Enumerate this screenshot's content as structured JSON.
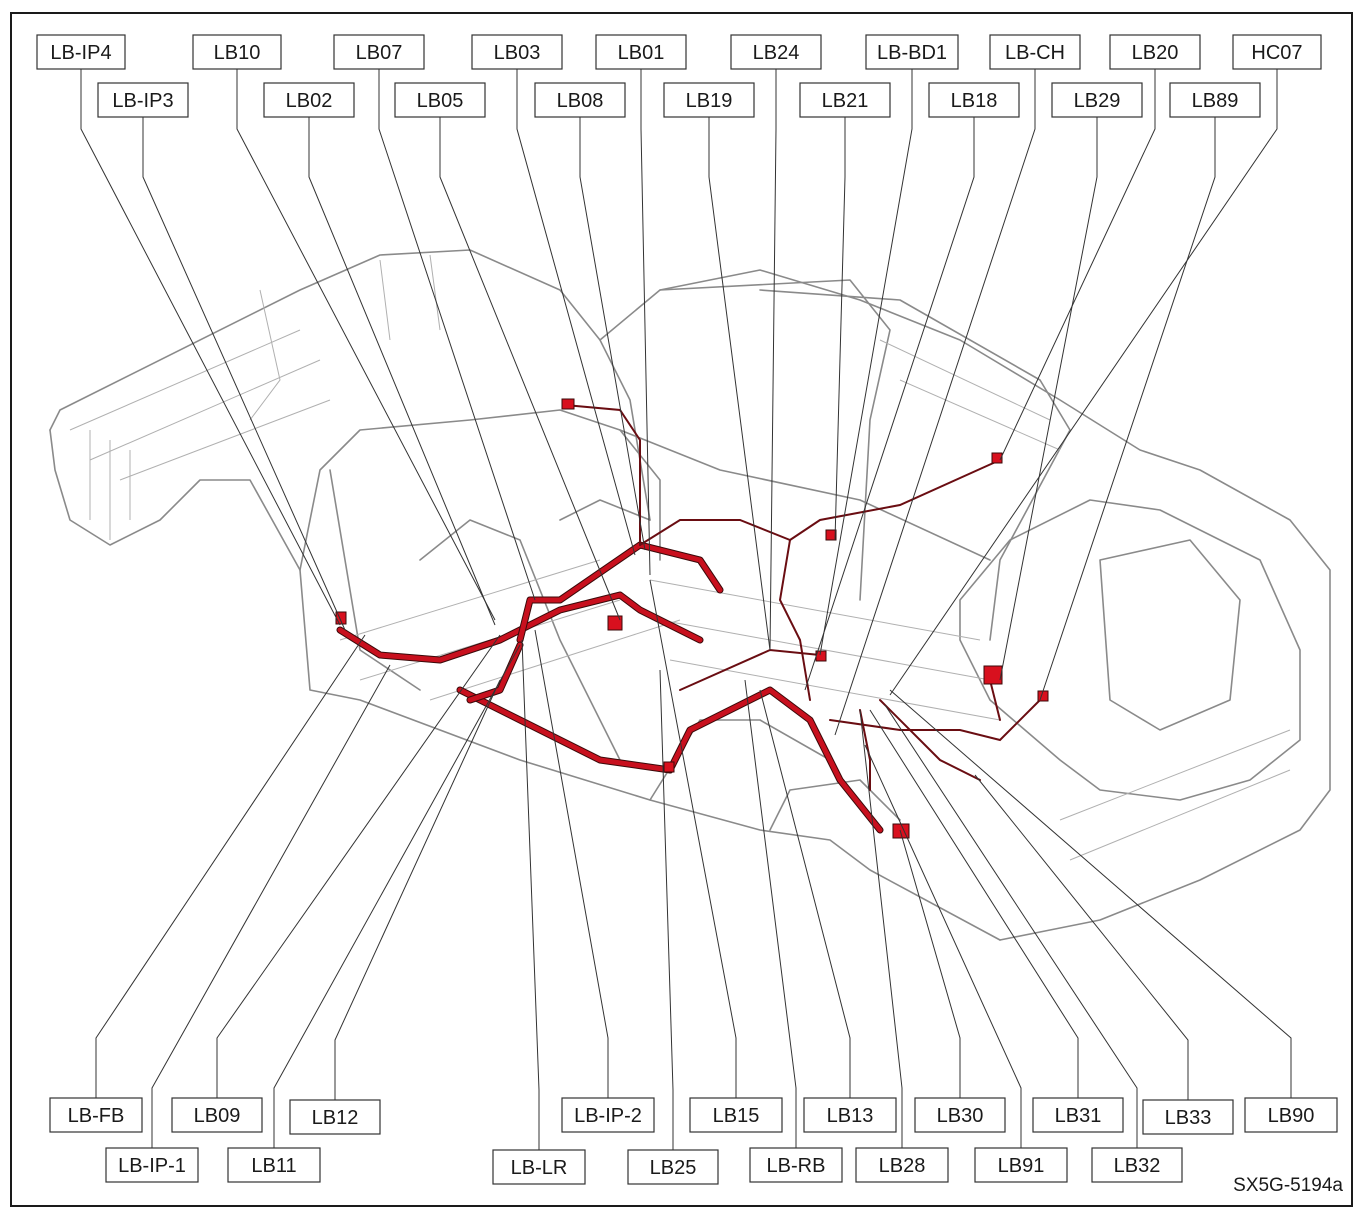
{
  "figure_code": "SX5G-5194a",
  "colors": {
    "harness": "#c8101e",
    "outline": "#3a0a0a",
    "body": "#8a8a8a"
  },
  "top_labels": [
    "LB-IP4",
    "LB-IP3",
    "LB10",
    "LB02",
    "LB07",
    "LB05",
    "LB03",
    "LB08",
    "LB01",
    "LB19",
    "LB24",
    "LB21",
    "LB-BD1",
    "LB18",
    "LB-CH",
    "LB29",
    "LB20",
    "LB89",
    "HC07"
  ],
  "bottom_labels": [
    "LB-FB",
    "LB-IP-1",
    "LB09",
    "LB11",
    "LB12",
    "LB-LR",
    "LB-IP-2",
    "LB25",
    "LB15",
    "LB-RB",
    "LB13",
    "LB28",
    "LB30",
    "LB91",
    "LB31",
    "LB32",
    "LB33",
    "LB90"
  ]
}
